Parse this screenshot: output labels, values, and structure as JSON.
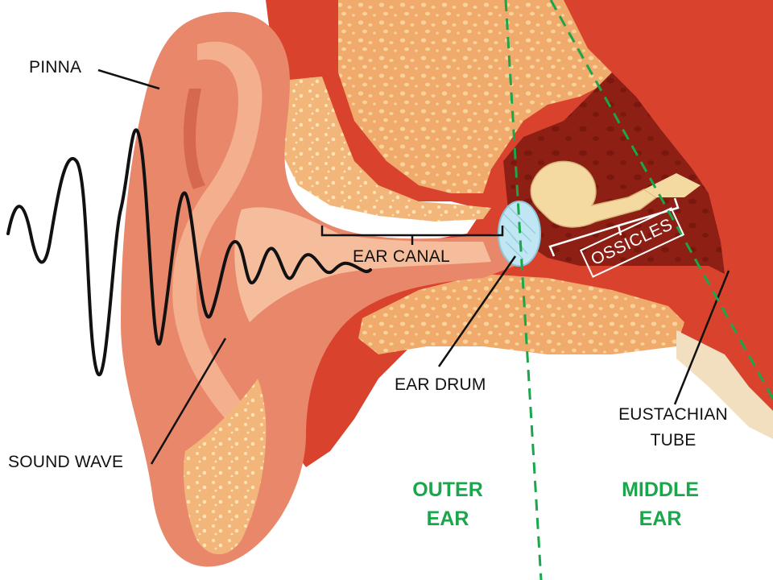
{
  "labels": {
    "pinna": "PINNA",
    "sound_wave": "SOUND WAVE",
    "ear_canal": "EAR CANAL",
    "ear_drum": "EAR DRUM",
    "ossicles": "OSSICLES",
    "eustachian_line1": "EUSTACHIAN",
    "eustachian_line2": "TUBE"
  },
  "regions": {
    "outer_line1": "OUTER",
    "outer_line2": "EAR",
    "middle_line1": "MIDDLE",
    "middle_line2": "EAR"
  },
  "colors": {
    "region_label": "#1aa64a",
    "divider": "#1aa64a",
    "skin": "#e9876a",
    "skin_light": "#f4b08e",
    "skin_dark": "#c9533a",
    "bone": "#efaa6c",
    "bone_spots": "#f9d39a",
    "muscle": "#d9432e",
    "cavity": "#8e1f14",
    "eardrum": "#bfe6f2",
    "ossicle": "#f4d9a0",
    "line": "#111111"
  }
}
